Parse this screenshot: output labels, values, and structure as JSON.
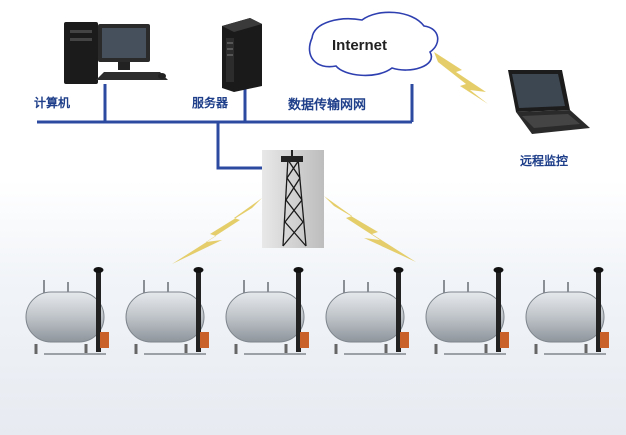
{
  "labels": {
    "computer": "计算机",
    "server": "服务器",
    "network": "数据传输网网",
    "internet": "Internet",
    "remote": "远程监控"
  },
  "tank_count": 6,
  "colors": {
    "bus_line": "#2b4aa0",
    "cloud_outline": "#2e3fb0",
    "wireless": "#e0c650",
    "tank_body": "#b9bfc6",
    "tank_box": "#c8622a"
  }
}
